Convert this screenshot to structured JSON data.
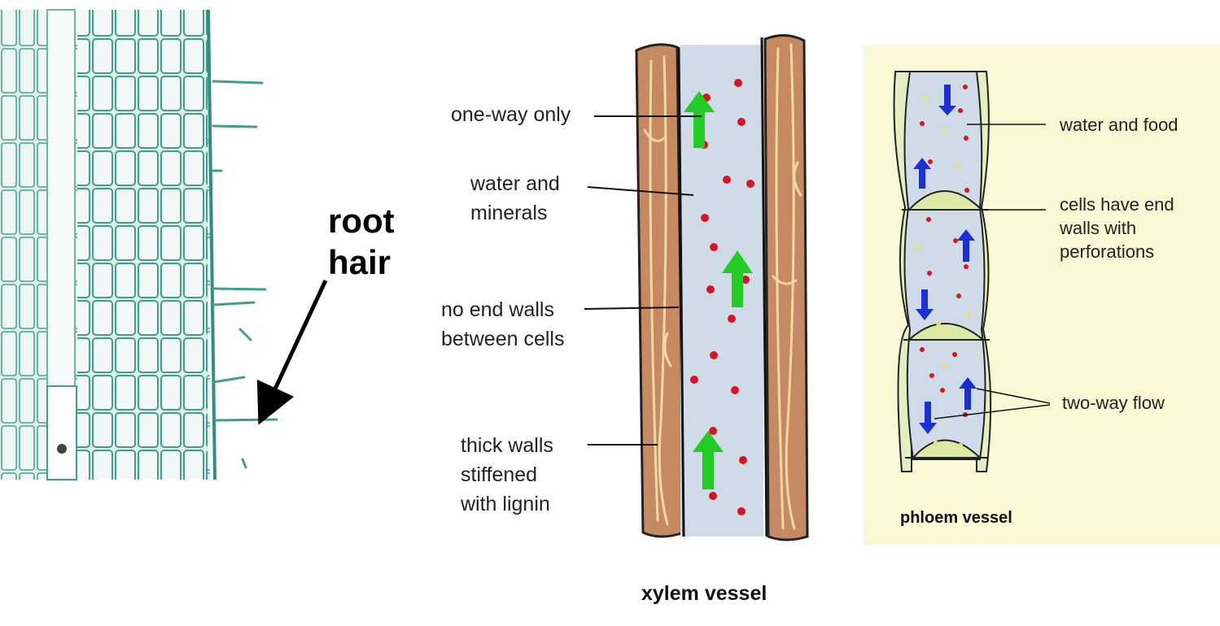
{
  "root_panel": {
    "label_line1": "root",
    "label_line2": "hair"
  },
  "xylem": {
    "labels": {
      "one_way": "one-way only",
      "water_line1": "water and",
      "water_line2": "minerals",
      "no_end_line1": "no end walls",
      "no_end_line2": "between cells",
      "thick_line1": "thick walls",
      "thick_line2": "stiffened",
      "thick_line3": "with lignin"
    },
    "caption": "xylem vessel",
    "colors": {
      "wall": "#c68a62",
      "lumen": "#cfdce8",
      "arrow": "#22cc22",
      "dot": "#dd1122"
    }
  },
  "phloem": {
    "labels": {
      "water_food": "water and food",
      "end_walls_line1": "cells have end",
      "end_walls_line2": "walls with",
      "end_walls_line3": "perforations",
      "two_way": "two-way flow"
    },
    "caption": "phloem vessel",
    "colors": {
      "panel": "#fbf8d6",
      "wall": "#e5eec0",
      "lumen": "#cfdce8",
      "sieve_plate": "#dbe8a6",
      "arrow": "#1a2fd6"
    }
  }
}
